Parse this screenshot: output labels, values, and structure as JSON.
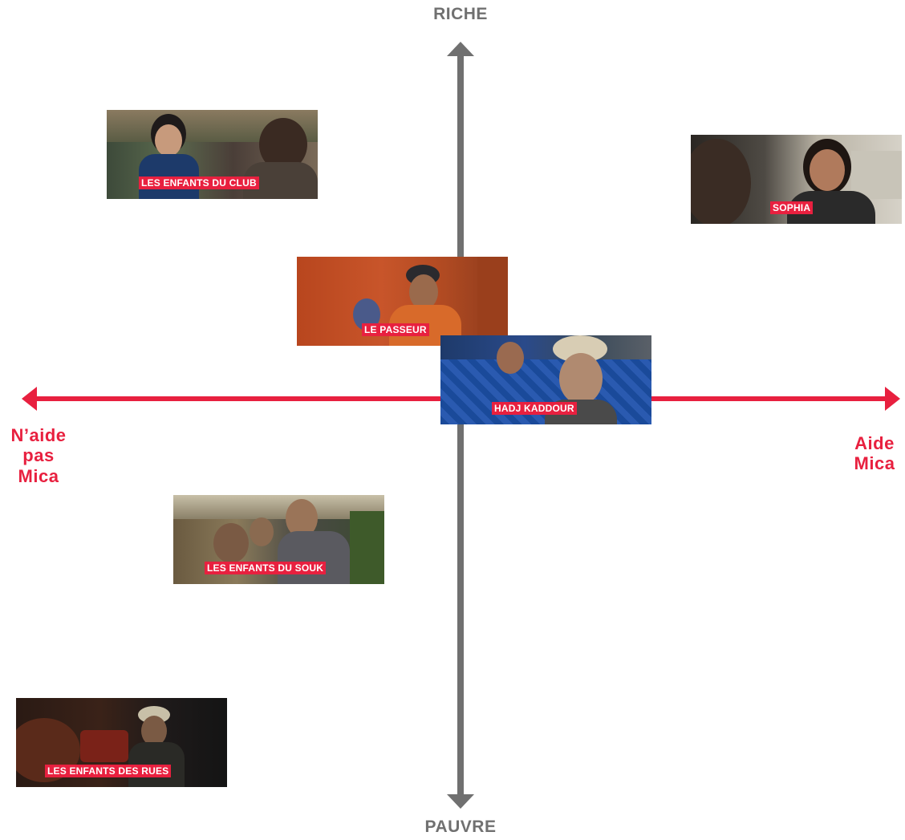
{
  "axes": {
    "top": "RICHE",
    "bottom": "PAUVRE",
    "left_lines": [
      "N’aide",
      "pas",
      "Mica"
    ],
    "right_lines": [
      "Aide",
      "Mica"
    ],
    "vertical_color": "#707070",
    "horizontal_color": "#e8203f"
  },
  "characters": [
    {
      "id": "club",
      "label": "LES ENFANTS DU CLUB"
    },
    {
      "id": "sophia",
      "label": "SOPHIA"
    },
    {
      "id": "passeur",
      "label": "LE PASSEUR"
    },
    {
      "id": "kaddour",
      "label": "HADJ KADDOUR"
    },
    {
      "id": "souk",
      "label": "LES ENFANTS DU SOUK"
    },
    {
      "id": "rues",
      "label": "LES ENFANTS DES RUES"
    }
  ]
}
